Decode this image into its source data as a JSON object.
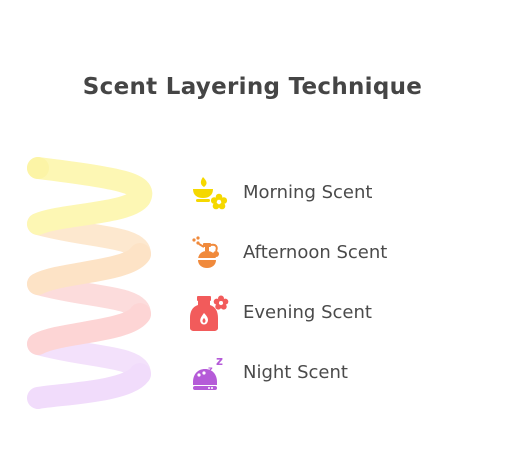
{
  "title": "Scent Layering Technique",
  "colors": {
    "morning": "#f5d800",
    "afternoon": "#f08a3c",
    "evening": "#f25b5b",
    "night": "#b55bd8",
    "spring_yellow": "#fdf7b4",
    "spring_orange": "#fde3c6",
    "spring_red": "#fdd5d5",
    "spring_purple": "#f1dcfb"
  },
  "items": [
    {
      "label": "Morning Scent",
      "icon": "candle-flower-icon"
    },
    {
      "label": "Afternoon Scent",
      "icon": "perfume-bottle-icon"
    },
    {
      "label": "Evening Scent",
      "icon": "aroma-diffuser-icon"
    },
    {
      "label": "Night Scent",
      "icon": "night-diffuser-icon"
    }
  ]
}
